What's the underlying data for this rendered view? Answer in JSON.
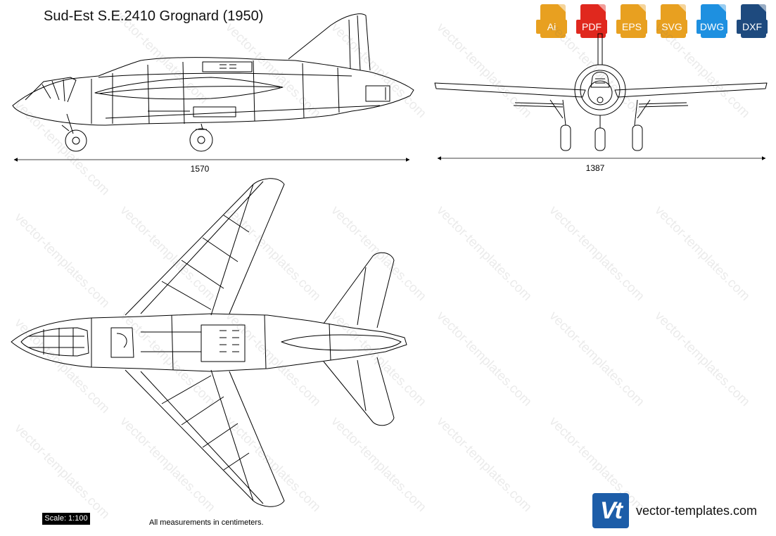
{
  "title": "Sud-Est S.E.2410 Grognard (1950)",
  "formats": [
    {
      "label": "Ai",
      "color": "#e8a020"
    },
    {
      "label": "PDF",
      "color": "#e0281e"
    },
    {
      "label": "EPS",
      "color": "#e8a020"
    },
    {
      "label": "SVG",
      "color": "#e8a020"
    },
    {
      "label": "DWG",
      "color": "#1e90e0"
    },
    {
      "label": "DXF",
      "color": "#1e4a7e"
    }
  ],
  "dimensions": {
    "side_length": "1570",
    "front_span": "1387"
  },
  "footer": {
    "scale": "Scale: 1:100",
    "note": "All measurements in centimeters.",
    "brand_logo": "Vt",
    "brand_name": "vector-templates.com"
  },
  "watermark_text": "vector-templates.com"
}
